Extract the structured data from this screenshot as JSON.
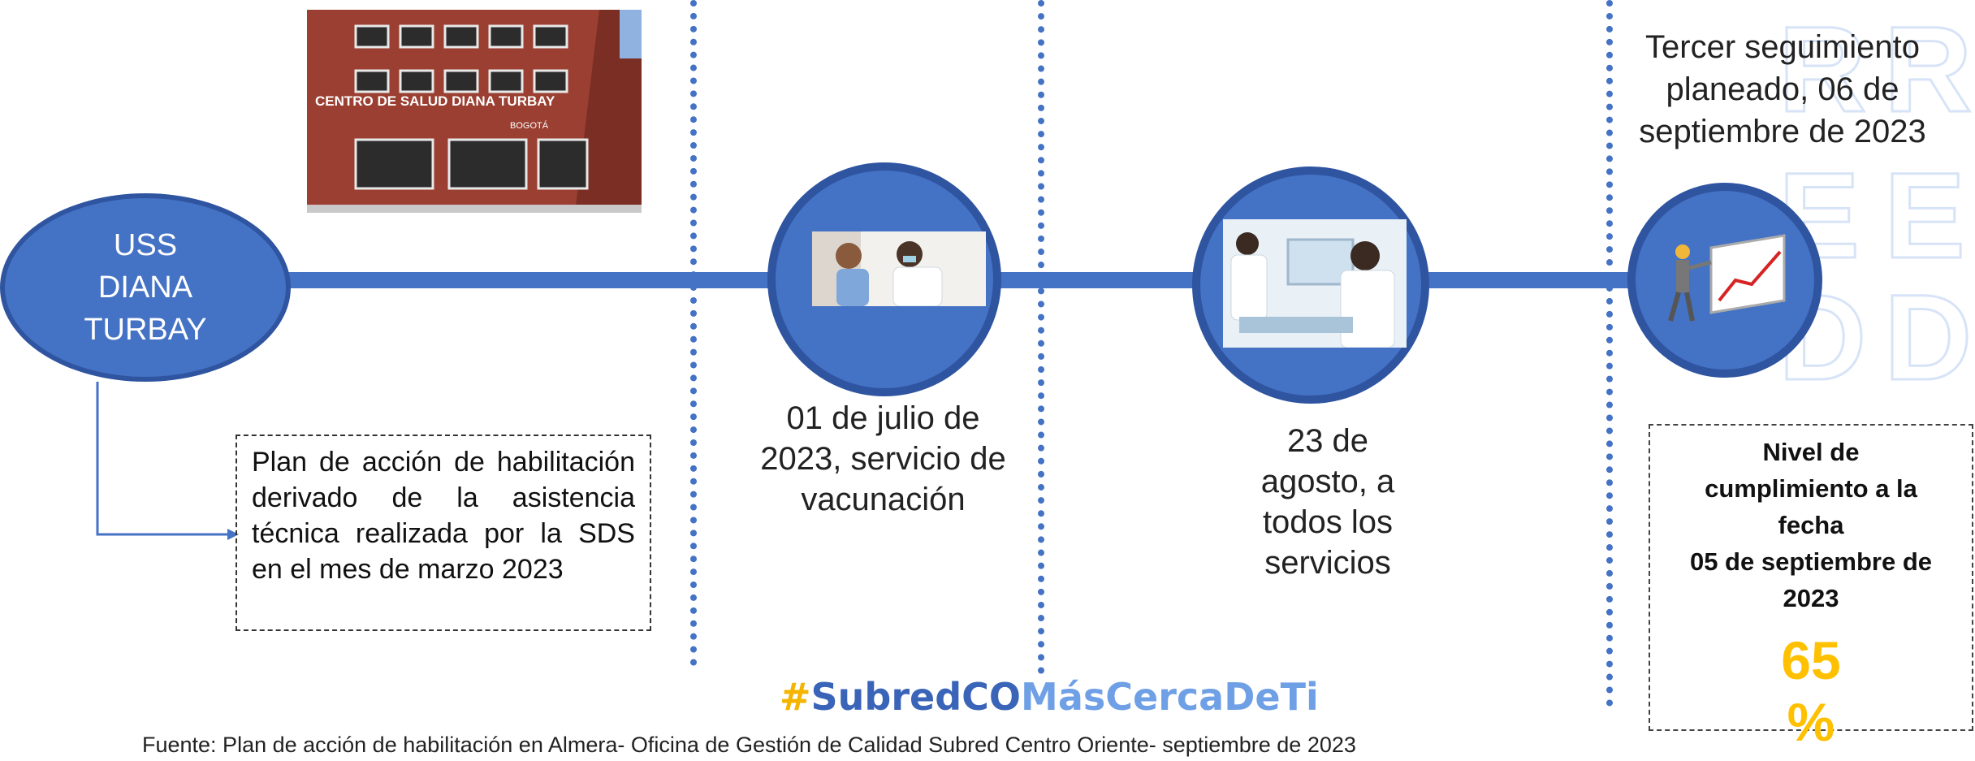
{
  "start_node": {
    "line1": "USS",
    "line2": "DIANA",
    "line3": "TURBAY"
  },
  "building_photo": {
    "sign_text": "CENTRO DE SALUD DIANA TURBAY",
    "sign_small": "BOGOTÁ"
  },
  "plan_box": {
    "text": "Plan de acción de habilitación derivado de la asistencia técnica realizada por la SDS en el mes de marzo 2023"
  },
  "milestone1": {
    "l1": "01 de julio de",
    "l2": "2023, servicio de",
    "l3": "vacunación"
  },
  "milestone2": {
    "l1": "23 de",
    "l2": "agosto, a",
    "l3": "todos los",
    "l4": "servicios"
  },
  "milestone3": {
    "l1": "Tercer seguimiento",
    "l2": "planeado, 06 de",
    "l3": "septiembre de 2023"
  },
  "compliance": {
    "l1": "Nivel de",
    "l2": "cumplimiento  a la",
    "l3": "fecha",
    "l4": "05 de septiembre de",
    "l5": "2023",
    "value": "65",
    "unit": "%"
  },
  "hashtag": {
    "part1": "#",
    "part2": "Subred",
    "part3": "CO",
    "part4": "MásCercaDeTi"
  },
  "source_note": "Fuente: Plan de acción de habilitación en Almera- Oficina de Gestión de Calidad Subred Centro Oriente- septiembre de 2023",
  "watermark": {
    "letters": [
      "R",
      "R",
      "E",
      "E",
      "D",
      "D"
    ]
  },
  "colors": {
    "accent": "#4472c4",
    "dark_accent": "#2f54a0",
    "percent": "#ffc000",
    "hashtag_blue": "#3a64b8",
    "hashtag_light": "#6fa0e6",
    "hashtag_hash": "#f4b400"
  }
}
